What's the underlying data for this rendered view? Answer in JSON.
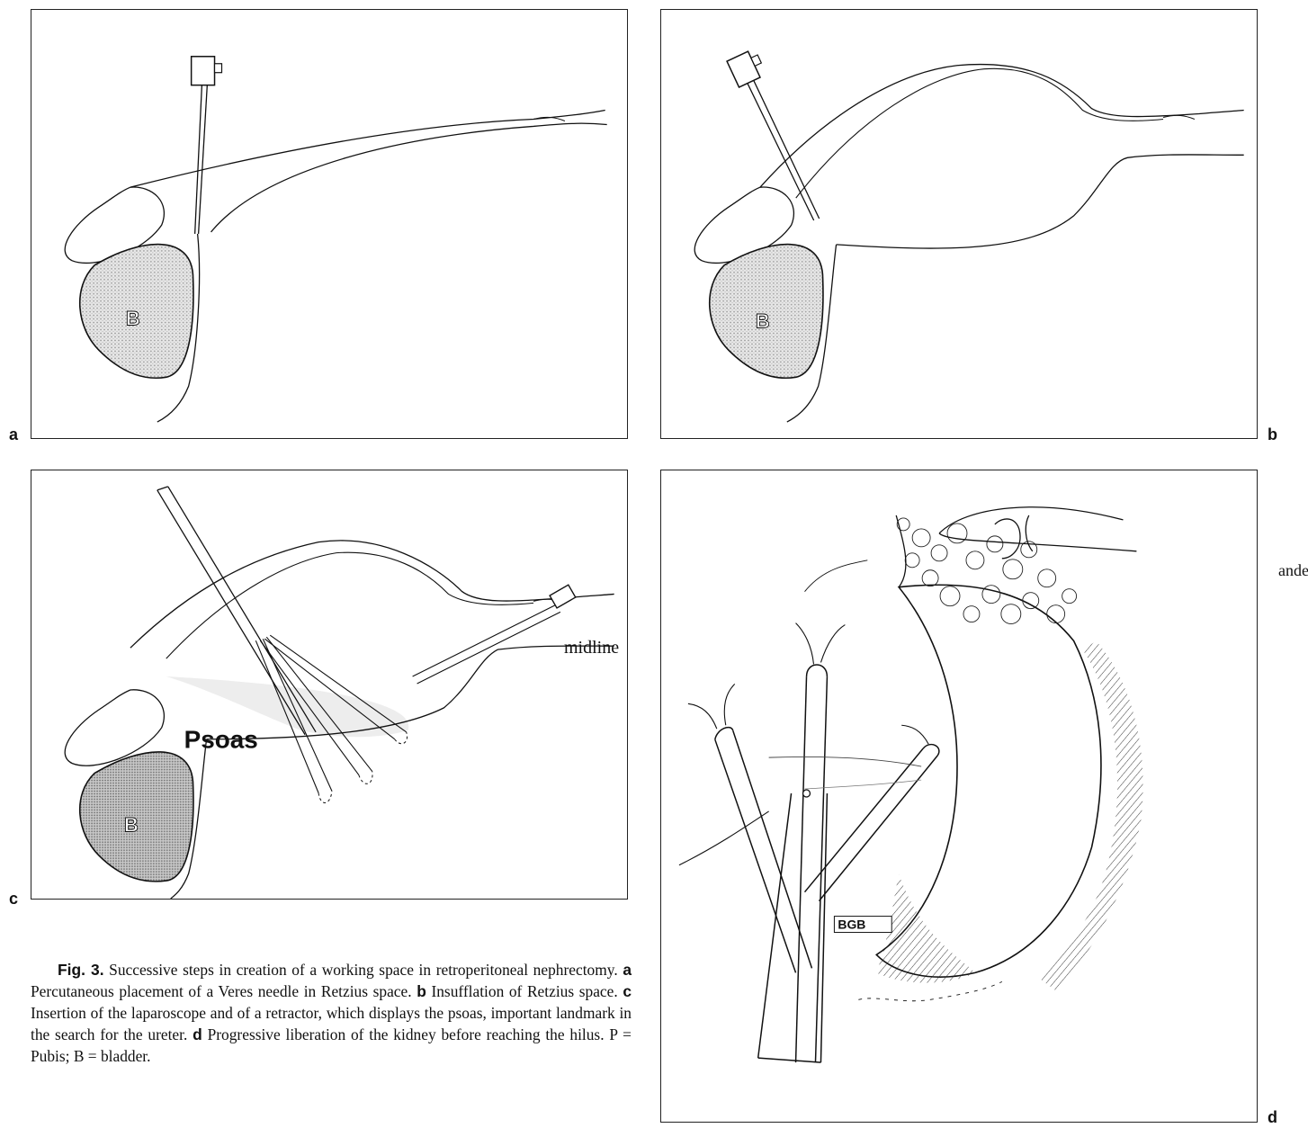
{
  "panels": {
    "a": {
      "letter": "a",
      "organ_label": "B"
    },
    "b": {
      "letter": "b",
      "organ_label": "B"
    },
    "c": {
      "letter": "c",
      "organ_label": "B",
      "psoas_label": "Psoas",
      "midline_label": "midline"
    },
    "d": {
      "letter": "d",
      "stamp": "BGB",
      "edge_text": "andev"
    }
  },
  "caption": {
    "fig_label": "Fig. 3.",
    "intro": "Successive steps in creation of a working space in retroperitoneal nephrectomy.",
    "steps": [
      {
        "letter": "a",
        "text": "Percutaneous placement of a Veres needle in Retzius space."
      },
      {
        "letter": "b",
        "text": "Insufflation of Retzius space."
      },
      {
        "letter": "c",
        "text": "Insertion of the laparoscope and of a retractor, which displays the psoas, important landmark in the search for the ureter."
      },
      {
        "letter": "d",
        "text": "Progressive liberation of the kidney before reaching the hilus. P = Pubis; B = bladder."
      }
    ]
  },
  "colors": {
    "ink": "#111111",
    "stipple": "#b9b9b9",
    "stipple_dark": "#8c8c8c"
  }
}
